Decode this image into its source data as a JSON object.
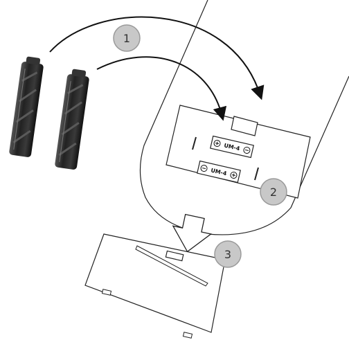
{
  "steps": [
    {
      "number": "1"
    },
    {
      "number": "2"
    },
    {
      "number": "3"
    }
  ],
  "cells": [
    {
      "label": "UM-4"
    },
    {
      "label": "UM-4"
    }
  ],
  "colors": {
    "line": "#222222",
    "badge_fill": "#c8c8c8",
    "badge_stroke": "#9a9a9a",
    "battery_dark": "#2a2a2a"
  }
}
